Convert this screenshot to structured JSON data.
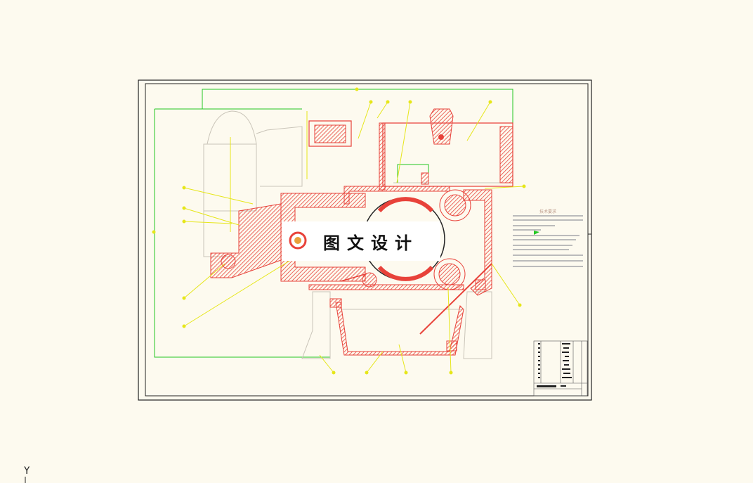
{
  "drawing": {
    "watermark_text": "图文设计",
    "notes_title": "技术要求",
    "ucs_axis_label": "Y"
  },
  "colors": {
    "background": "#fdfaef",
    "frame": "#222222",
    "section_hatch": "#e8423a",
    "leader_lines": "#e6e619",
    "boundary": "#22c722",
    "hidden_outline": "#c9c4b8"
  }
}
